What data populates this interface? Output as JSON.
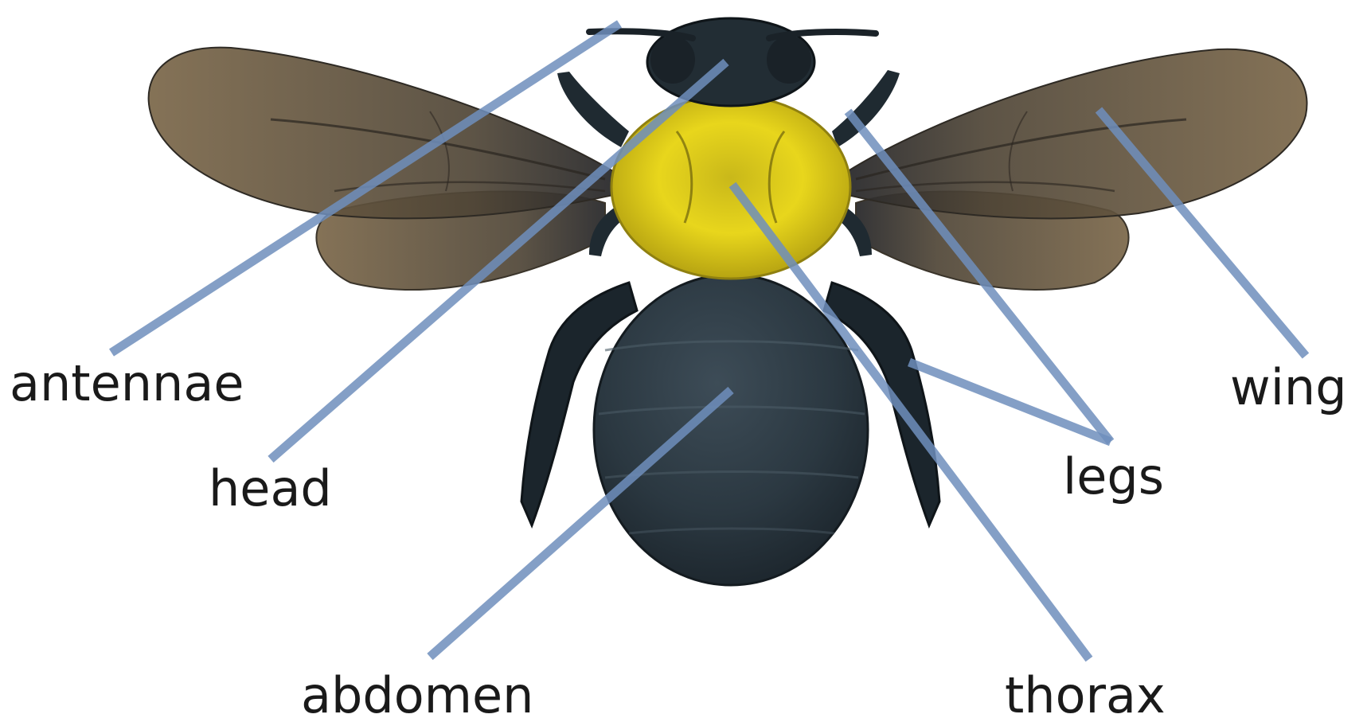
{
  "labels": {
    "antennae": "antennae",
    "head": "head",
    "abdomen": "abdomen",
    "wing": "wing",
    "legs": "legs",
    "thorax": "thorax"
  },
  "colors": {
    "leader_line": "#6f8fbd",
    "thorax_hair": "#e6d21a",
    "body": "#2c3a44",
    "wing": "#6b5a3e",
    "label_text": "#1a1a1a"
  }
}
